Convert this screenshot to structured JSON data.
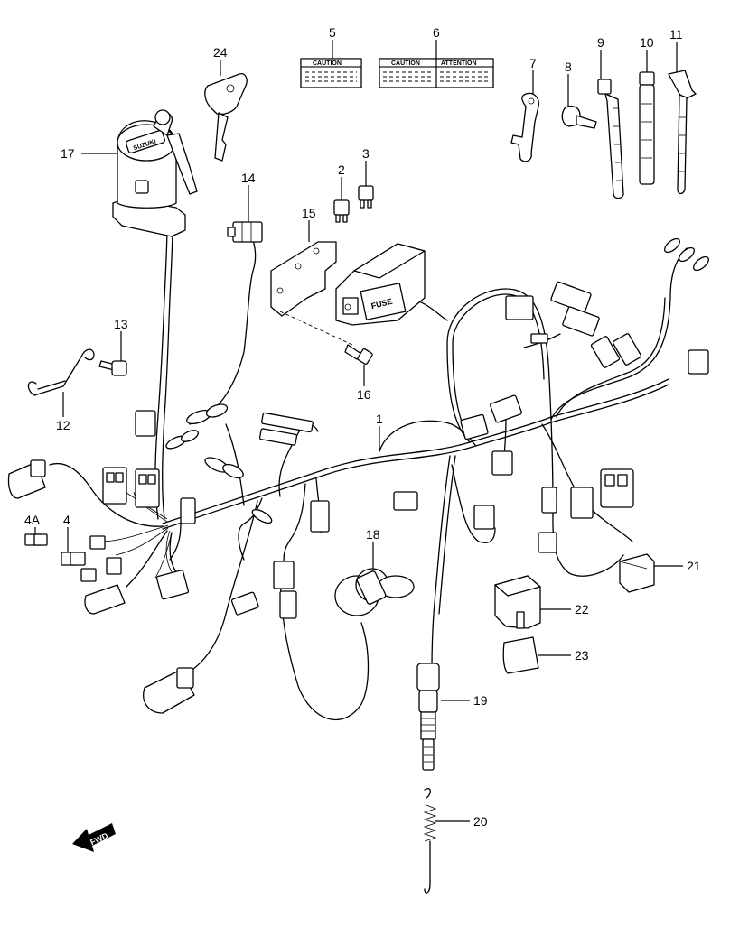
{
  "diagram": {
    "callouts": [
      {
        "id": "c1",
        "number": "1"
      },
      {
        "id": "c2",
        "number": "2"
      },
      {
        "id": "c3",
        "number": "3"
      },
      {
        "id": "c4",
        "number": "4"
      },
      {
        "id": "c4a",
        "number": "4A"
      },
      {
        "id": "c5",
        "number": "5"
      },
      {
        "id": "c6",
        "number": "6"
      },
      {
        "id": "c7",
        "number": "7"
      },
      {
        "id": "c8",
        "number": "8"
      },
      {
        "id": "c9",
        "number": "9"
      },
      {
        "id": "c10",
        "number": "10"
      },
      {
        "id": "c11",
        "number": "11"
      },
      {
        "id": "c12",
        "number": "12"
      },
      {
        "id": "c13",
        "number": "13"
      },
      {
        "id": "c14",
        "number": "14"
      },
      {
        "id": "c15",
        "number": "15"
      },
      {
        "id": "c16",
        "number": "16"
      },
      {
        "id": "c17",
        "number": "17"
      },
      {
        "id": "c18",
        "number": "18"
      },
      {
        "id": "c19",
        "number": "19"
      },
      {
        "id": "c20",
        "number": "20"
      },
      {
        "id": "c21",
        "number": "21"
      },
      {
        "id": "c22",
        "number": "22"
      },
      {
        "id": "c23",
        "number": "23"
      },
      {
        "id": "c24",
        "number": "24"
      }
    ],
    "labels": {
      "caution": "CAUTION",
      "attention": "ATTENTION",
      "fuse": "FUSE",
      "fwd": "FWD",
      "key_brand": "SUZUKI"
    }
  }
}
